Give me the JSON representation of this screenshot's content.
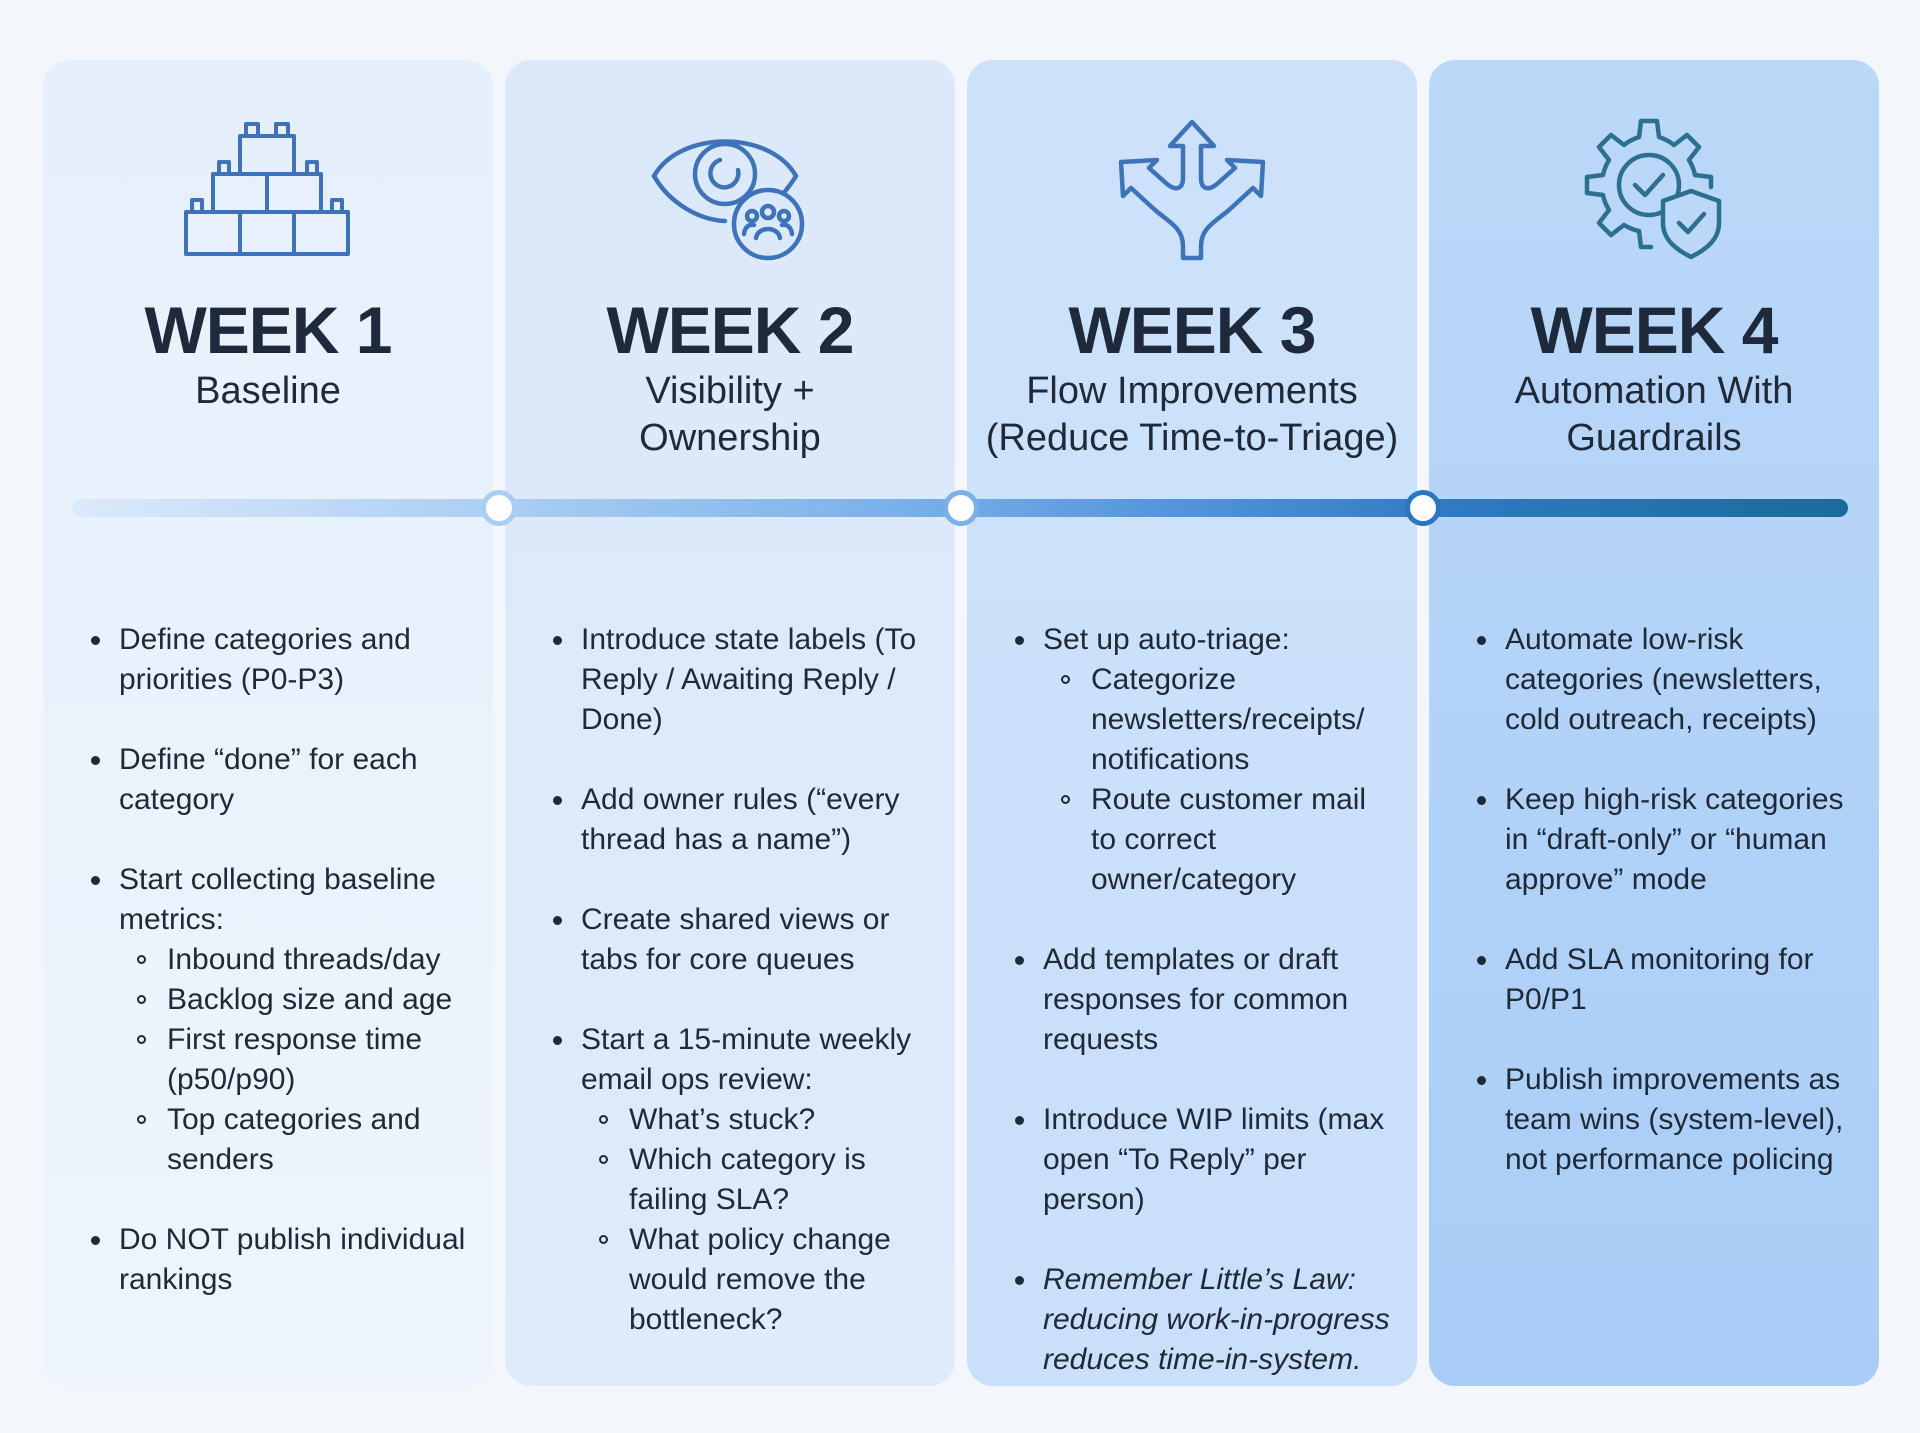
{
  "colors": {
    "icon_blue": "#3f73b8",
    "icon_teal": "#2c6f8f",
    "timeline_start": "#dbeafb",
    "timeline_end": "#1a6b9a"
  },
  "columns": [
    {
      "icon": "stacked-blocks-icon",
      "week": "WEEK 1",
      "subtitle": [
        "Baseline"
      ],
      "items": [
        {
          "text": "Define categories and priorities (P0-P3)"
        },
        {
          "text": "Define “done” for each category"
        },
        {
          "text": "Start collecting baseline metrics:",
          "sub": [
            "Inbound threads/day",
            "Backlog size and age",
            "First response time (p50/p90)",
            "Top categories and senders"
          ]
        },
        {
          "text": "Do NOT publish individual rankings"
        }
      ]
    },
    {
      "icon": "eye-with-team-icon",
      "week": "WEEK 2",
      "subtitle": [
        "Visibility +",
        "Ownership"
      ],
      "items": [
        {
          "text": "Introduce state labels (To Reply / Awaiting Reply / Done)"
        },
        {
          "text": "Add owner rules (“every thread has a name”)"
        },
        {
          "text": "Create shared views or tabs for core queues"
        },
        {
          "text": "Start a 15-minute weekly email ops review:",
          "sub": [
            "What’s stuck?",
            "Which category is failing SLA?",
            "What policy change would remove the bottleneck?"
          ]
        }
      ]
    },
    {
      "icon": "branching-arrows-icon",
      "week": "WEEK 3",
      "subtitle": [
        "Flow Improvements",
        "(Reduce Time-to-Triage)"
      ],
      "items": [
        {
          "text": "Set up auto-triage:",
          "sub": [
            "Categorize newsletters/receipts/ notifications",
            "Route customer mail to correct owner/category"
          ]
        },
        {
          "text": "Add templates or draft responses for common requests"
        },
        {
          "text": "Introduce WIP limits (max open “To Reply” per person)"
        },
        {
          "text": "Remember Little’s Law: reducing work-in-progress reduces time-in-system."
        }
      ]
    },
    {
      "icon": "gear-shield-check-icon",
      "week": "WEEK 4",
      "subtitle": [
        "Automation With",
        "Guardrails"
      ],
      "items": [
        {
          "text": "Automate low-risk categories (newsletters, cold outreach, receipts)"
        },
        {
          "text": "Keep high-risk categories in “draft-only” or “human approve” mode"
        },
        {
          "text": "Add SLA monitoring for P0/P1"
        },
        {
          "text": "Publish improvements as team wins (system-level), not performance policing"
        }
      ]
    }
  ]
}
